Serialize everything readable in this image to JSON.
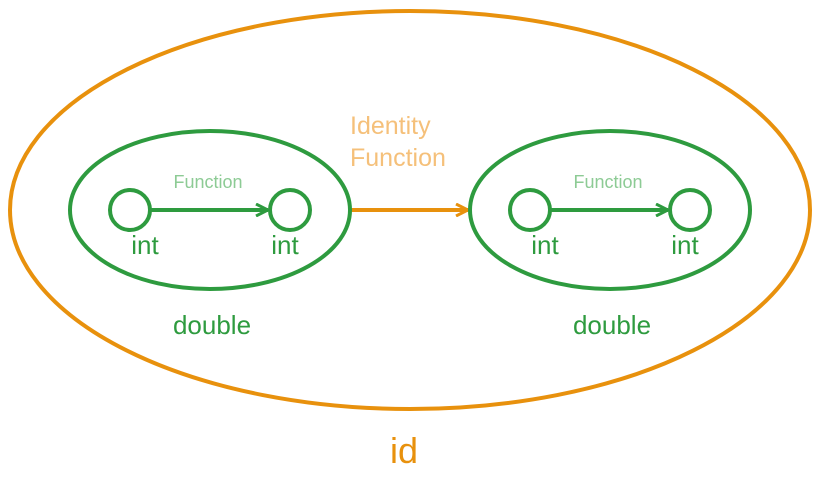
{
  "colors": {
    "outer": "#E8910D",
    "outer_label": "#F5C07A",
    "inner": "#2E9B3F",
    "inner_label": "#8DCB95"
  },
  "outer": {
    "label": "id"
  },
  "identity_edge": {
    "label_line1": "Identity",
    "label_line2": "Function"
  },
  "left_group": {
    "label": "double",
    "edge_label": "Function",
    "source_label": "int",
    "target_label": "int"
  },
  "right_group": {
    "label": "double",
    "edge_label": "Function",
    "source_label": "int",
    "target_label": "int"
  }
}
